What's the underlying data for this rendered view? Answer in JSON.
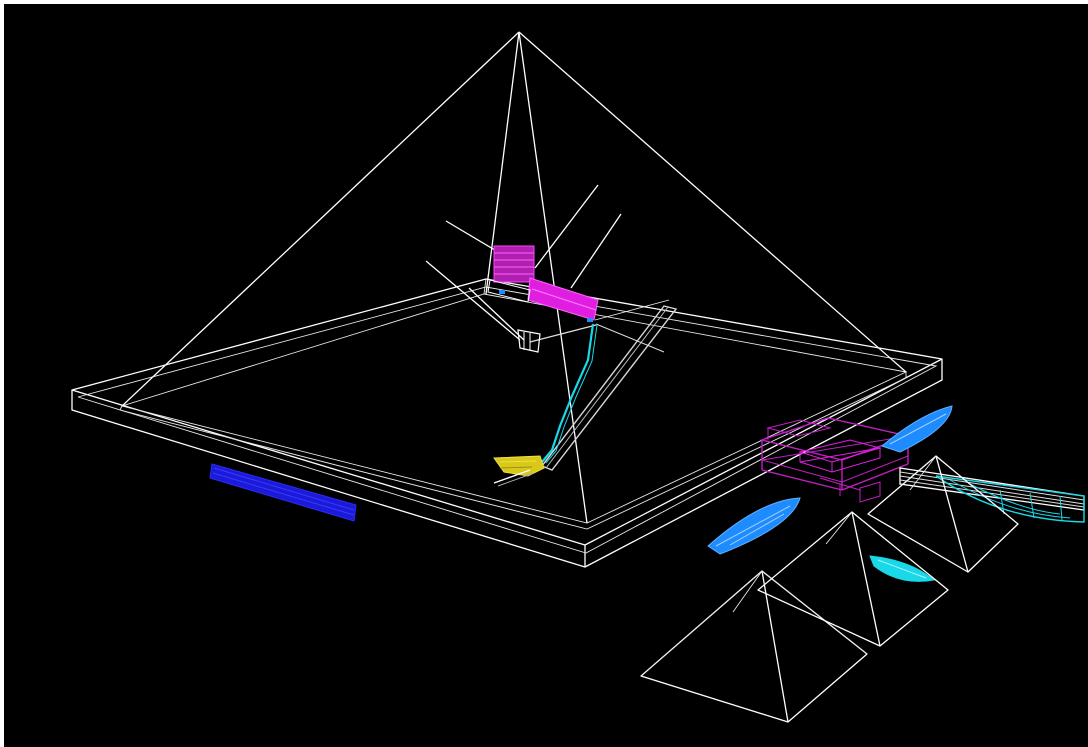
{
  "scene": {
    "kind": "3d-wireframe",
    "background_color": "#000000",
    "colors": {
      "wireframe": "#ffffff",
      "chambers": "#e01ee0",
      "passage": "#19d8e8",
      "boat_pits": "#1e8cff",
      "subterranean": "#d8c81a",
      "buried_slab": "#1a1ad8",
      "causeway": "#19d8e8"
    },
    "objects": [
      "main-pyramid",
      "enclosure-wall",
      "chamber-complex",
      "air-shafts",
      "descending-passage",
      "subterranean-chamber",
      "grand-gallery",
      "buried-slab",
      "queens-pyramids",
      "boat-pits",
      "mortuary-temple",
      "causeway"
    ]
  }
}
